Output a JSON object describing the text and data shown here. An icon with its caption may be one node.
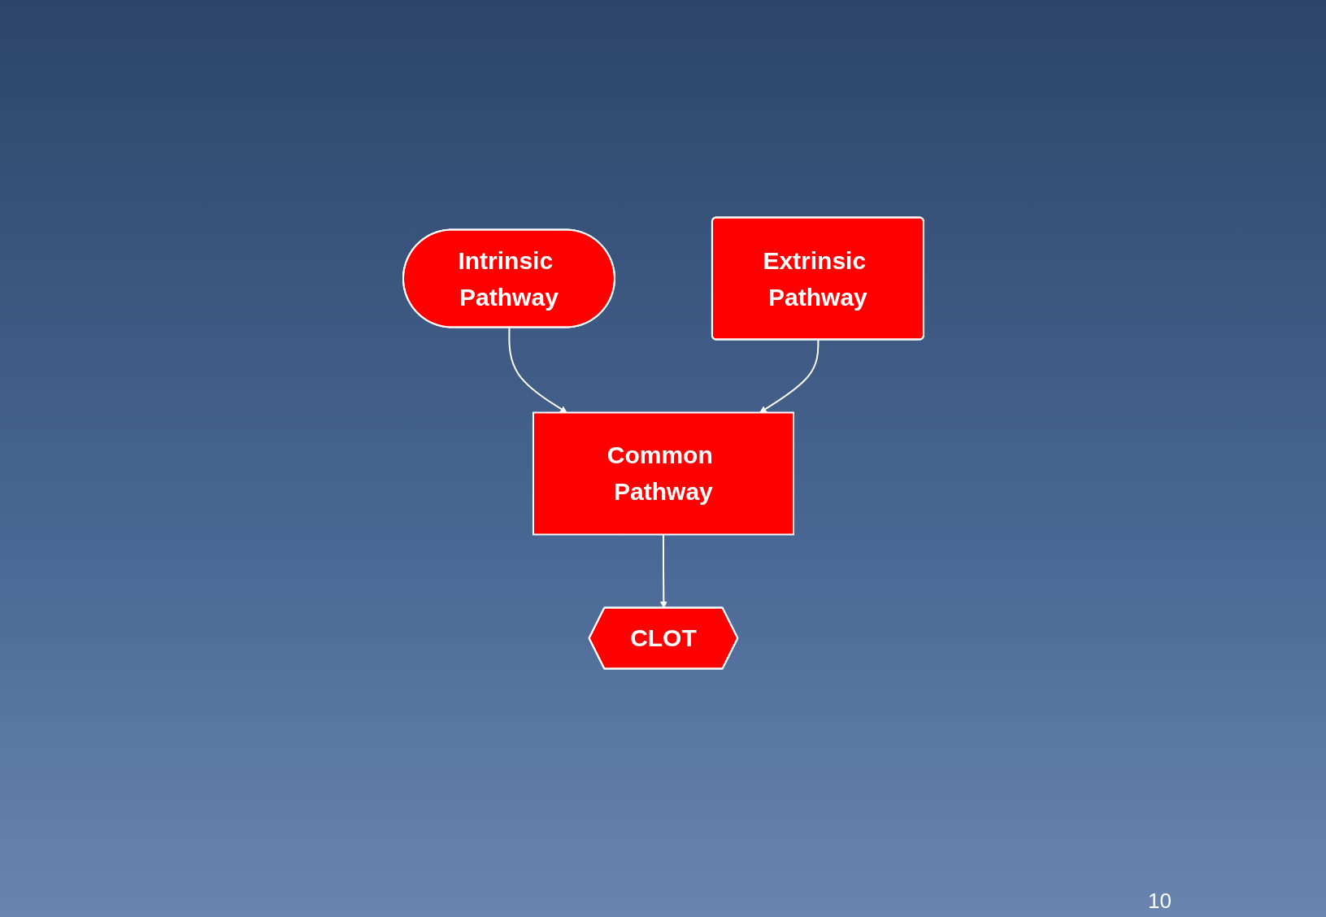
{
  "diagram": {
    "nodes": [
      {
        "text": [
          "Intrinsic Pathway"
        ]
      },
      {
        "text": [
          "Extrinsic Pathway"
        ]
      },
      {
        "text": [
          "Common Pathway"
        ]
      },
      {
        "text": [
          "CLOT"
        ]
      }
    ],
    "edges": [
      {
        "from": 0,
        "to": 2,
        "arrow": "to"
      },
      {
        "from": 1,
        "to": 2,
        "arrow": "to"
      },
      {
        "from": 2,
        "to": 3,
        "arrow": "to"
      }
    ],
    "labels": [
      "10"
    ]
  }
}
